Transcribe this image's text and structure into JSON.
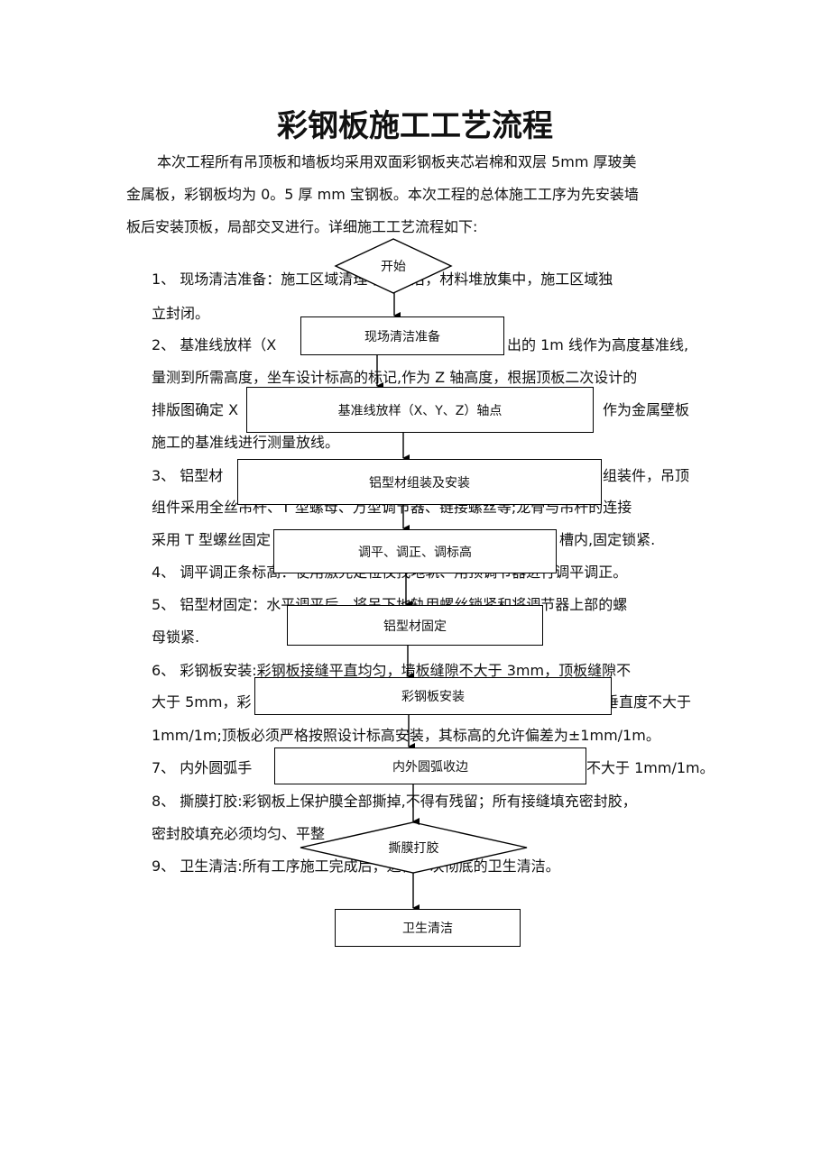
{
  "document": {
    "title": "彩钢板施工工艺流程",
    "intro": [
      "本次工程所有吊顶板和墙板均采用双面彩钢板夹芯岩棉和双层 5mm 厚玻美",
      "金属板，彩钢板均为 0。5 厚 mm 宝钢板。本次工程的总体施工工序为先安装墙",
      "板后安装顶板，局部交叉进行。详细施工工艺流程如下:"
    ],
    "steps_text": [
      "1、   现场清洁准备：施工区域清理干净整洁，材料堆放集中，施工区域独",
      "立封闭。",
      "2、   基准线放样（X",
      "出的 1m 线作为高度基准线,",
      "量测到所需高度，坐车设计标高的标记,作为 Z 轴高度，根据顶板二次设计的",
      "排版图确定 X",
      "作为金属壁板",
      "施工的基准线进行测量放线。",
      "3、   铝型材",
      "组装件，吊顶",
      "组件采用全丝吊杆、T 型螺母、万型调节器、链接螺丝等;龙骨与吊杆的连接",
      "采用 T 型螺丝固定",
      "槽内,固定锁紧.",
      "4、   调平调正条标高：使用激光定位仪找地轨、用顶调节器进行调平调正。",
      "5、   铝型材固定：水平调平后，将吊下地轨用螺丝锁紧和将调节器上部的螺",
      "母锁紧.",
      "6、   彩钢板安装:彩钢板接缝平直均匀，墙板缝隙不大于 3mm，顶板缝隙不",
      "大于 5mm，彩",
      "垂直度不大于",
      "1mm/1m;顶板必须严格按照设计标高安装，其标高的允许偏差为±1mm/1m。",
      "7、   内外圆弧手",
      "不大于 1mm/1m。",
      "8、   撕膜打胶:彩钢板上保护膜全部撕掉,不得有残留；所有接缝填充密封胶，",
      "密封胶填充必须均匀、平整",
      "9、   卫生清洁:所有工序施工完成后，进行一次彻底的卫生清洁。"
    ]
  },
  "flowchart": {
    "nodes": [
      "开始",
      "现场清洁准备",
      "基准线放样（X、Y、Z）轴点",
      "铝型材组装及安装",
      "调平、调正、调标高",
      "铝型材固定",
      "彩钢板安装",
      "内外圆弧收边",
      "撕膜打胶",
      "卫生清洁"
    ]
  }
}
